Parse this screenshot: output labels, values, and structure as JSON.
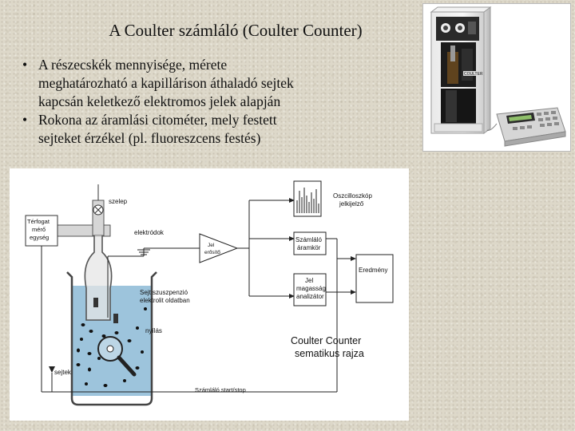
{
  "slide": {
    "title": "A Coulter számláló (Coulter Counter)",
    "bullets": [
      {
        "lines": [
          "A részecskék mennyisége, mérete",
          "meghatározható a kapillárison áthaladó sejtek",
          "kapcsán keletkező elektromos jelek alapján"
        ]
      },
      {
        "lines": [
          "Rokona az áramlási citométer, mely festett",
          "sejteket érzékel (pl. fluoreszcens festés)"
        ]
      }
    ]
  },
  "photo": {
    "device_brand": "COULTER"
  },
  "diagram": {
    "labels": {
      "szelep": "szelep",
      "terfogat": [
        "Térfogat",
        "mérő",
        "egység"
      ],
      "elektrodok": "elektródok",
      "jelerosito": [
        "Jel",
        "erősítő"
      ],
      "oszcilloszkop": [
        "Oszcilloszkóp",
        "jelkijelző"
      ],
      "szamlalo": [
        "Számláló",
        "áramkör"
      ],
      "eredmeny": "Eredmény",
      "magassag": [
        "Jel",
        "magasság",
        "analizátor"
      ],
      "sejtszuszpenzio": [
        "Sejt szuszpenzió",
        "elektrolit oldatban"
      ],
      "nyilas": "nyílás",
      "sejtek": "sejtek",
      "startstop": "Számláló start/stop",
      "caption": [
        "Coulter Counter",
        "sematikus rajza"
      ]
    }
  }
}
